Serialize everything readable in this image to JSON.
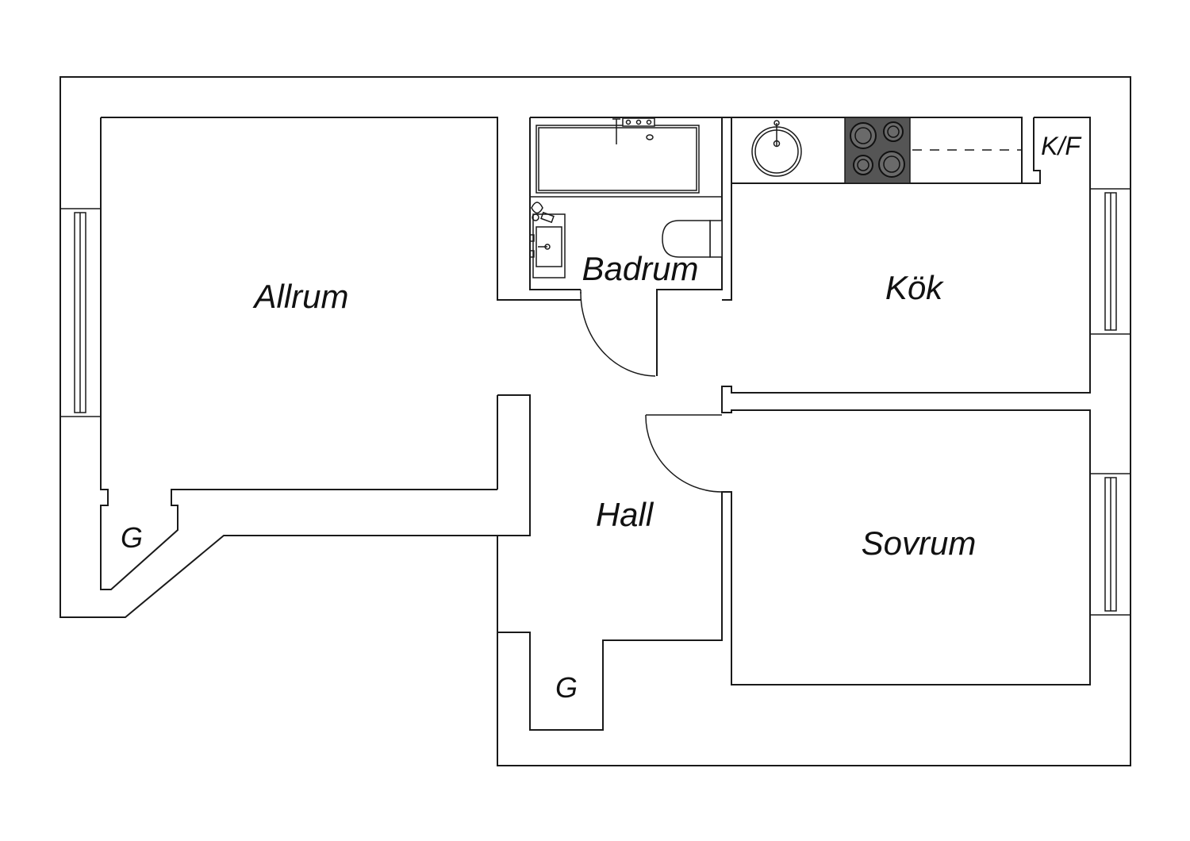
{
  "rooms": {
    "allrum": "Allrum",
    "badrum": "Badrum",
    "kok": "Kök",
    "hall": "Hall",
    "sovrum": "Sovrum"
  },
  "storage": {
    "allrum_closet": "G",
    "hall_closet": "G"
  },
  "appliance": {
    "fridge_freezer": "K/F"
  },
  "colors": {
    "line": "#1a1a1a",
    "stove_top": "#555555",
    "background": "#ffffff"
  }
}
